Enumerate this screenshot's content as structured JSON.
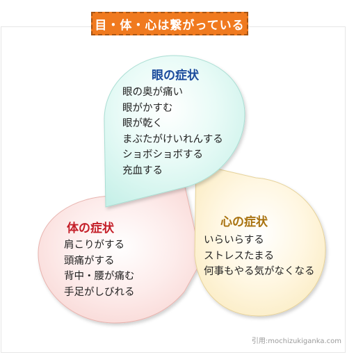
{
  "title": "目・体・心は繋がっている",
  "eye": {
    "heading": "眼の症状",
    "heading_color": "#1a4a9c",
    "fill": "#d8f7f1",
    "items": [
      "眼の奥が痛い",
      "眼がかすむ",
      "眼が乾く",
      "まぶたがけいれんする",
      "ショボショボする",
      "充血する"
    ]
  },
  "body": {
    "heading": "体の症状",
    "heading_color": "#c41e28",
    "fill": "#fce1df",
    "items": [
      "肩こりがする",
      "頭痛がする",
      "背中・腰が痛む",
      "手足がしびれる"
    ]
  },
  "mind": {
    "heading": "心の症状",
    "heading_color": "#a8720f",
    "fill": "#fdf2d2",
    "items": [
      "いらいらする",
      "ストレスたまる",
      "何事もやる気がなくなる"
    ]
  },
  "credit": "引用:mochizukiganka.com"
}
